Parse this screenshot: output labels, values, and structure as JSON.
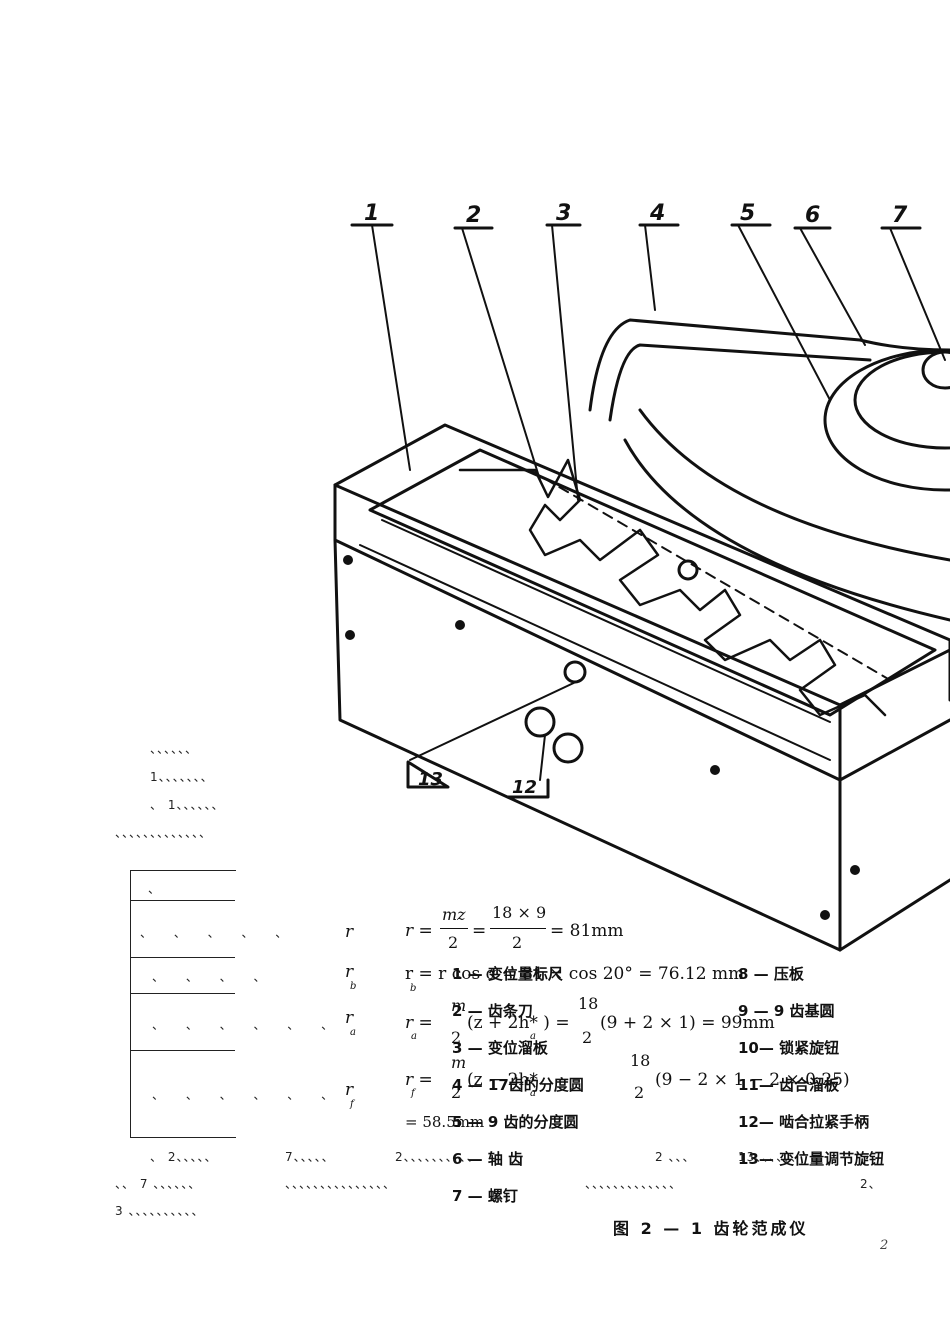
{
  "figure": {
    "callouts": [
      "1",
      "2",
      "3",
      "4",
      "5",
      "6",
      "7",
      "13",
      "12"
    ],
    "caption": "图 2 — 1    齿轮范成仪",
    "legend": [
      "1 — 变位量标尺",
      "2 — 齿条刀",
      "3 — 变位溜板",
      "4 — 17齿的分度圆",
      "5 — 9 齿的分度圆",
      "6 — 轴  齿",
      "7 — 螺钉",
      "8 — 压板",
      "9 — 9 齿基圆",
      "10— 锁紧旋钮",
      "11— 齿合溜板",
      "12— 啮合拉紧手柄",
      "13— 变位量调节旋钮"
    ]
  },
  "text": {
    "line1": "、、、、、、",
    "line2": "1、、、、、、、",
    "line3": "、 1、、、、、、",
    "line4": "、、、、、、、、、、、、、",
    "table_header": "、",
    "row1_label": "、 、 、 、 、",
    "row2_label": "、 、 、 、",
    "row3_label": "、 、 、 、 、 、",
    "row4_label": "、 、 、 、 、 、",
    "bottom1a": "、 2、、、、、",
    "bottom1b": "7、、、、、",
    "bottom1c": "2、、、、、、、、、、",
    "bottom1d": "2 、、、",
    "bottom1e": "13、、、、、、",
    "bottom2a": "、、    7 、、、、、、",
    "bottom2b": "、、、、、、、、、、、、、、、",
    "bottom2c": "、、、、、、、、、、、、、",
    "bottom2d": "2、",
    "bottom3": "3 、、、、、、、、、、"
  },
  "formulas": {
    "r": {
      "sym": "r",
      "lhs": "r =",
      "num1": "mz",
      "den1": "2",
      "eq2": "=",
      "num2": "18 × 9",
      "den2": "2",
      "result": "= 81mm"
    },
    "rb": {
      "sym": "r",
      "sub": "b",
      "text": "r  = r cos α = 81 × cos 20° = 76.12 mm",
      "sub2": "b"
    },
    "ra": {
      "sym": "r",
      "sub": "a",
      "lhs": "r  =",
      "sub2": "a",
      "num": "m",
      "den": "2",
      "mid": "(z + 2h* ) =",
      "sub3": "a",
      "num2": "18",
      "den2": "2",
      "rest": "(9 + 2 × 1) = 99mm"
    },
    "rf": {
      "sym": "r",
      "sub": "f",
      "lhs": "r  =",
      "sub2": "f",
      "num": "m",
      "den": "2",
      "mid": "(z − 2h*",
      "sub3": "a",
      "num2": "18",
      "den2": "2",
      "rest": "(9 − 2 × 1 − 2 × 0.25)",
      "line2": "= 58.5mm"
    }
  },
  "page_number": "2"
}
